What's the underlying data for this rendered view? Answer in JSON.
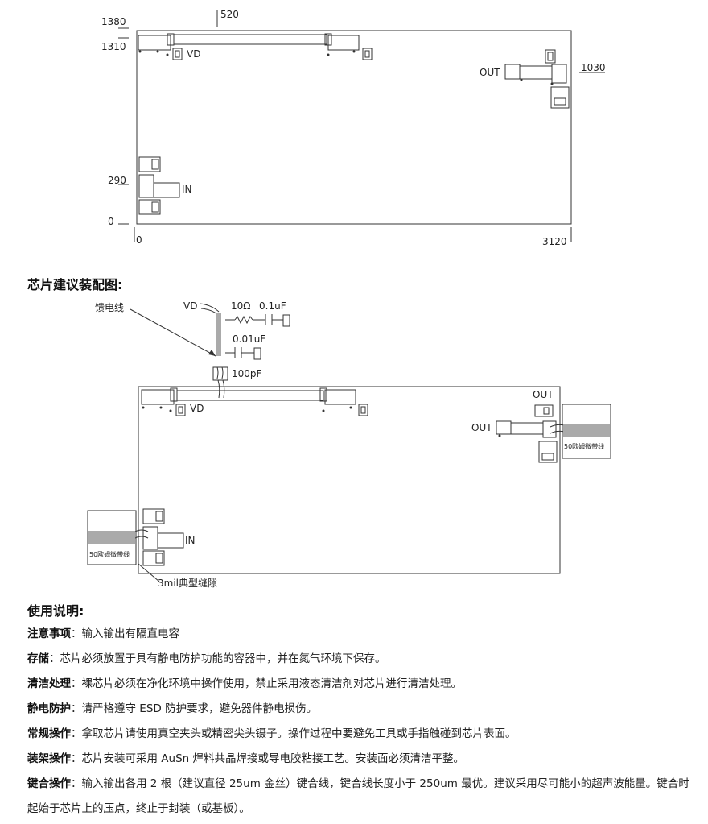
{
  "diagram1": {
    "dims": {
      "top_left_1": "1380",
      "top_left_2": "1310",
      "top_mid": "520",
      "right_mid": "1030",
      "left_mid": "290",
      "left_bottom": "0",
      "bottom_left": "0",
      "bottom_right": "3120"
    },
    "labels": {
      "vd": "VD",
      "out": "OUT",
      "in": "IN"
    }
  },
  "assembly": {
    "heading": "芯片建议装配图:",
    "labels": {
      "feed_line": "馈电线",
      "vd": "VD",
      "r": "10Ω",
      "c1": "0.1uF",
      "c2": "0.01uF",
      "c3": "100pF",
      "vd_pad": "VD",
      "out_top": "OUT",
      "out_pad": "OUT",
      "in_pad": "IN",
      "ms_right": "50欧姆微带线",
      "ms_left": "50欧姆微带线",
      "gap": "3mil典型缝隙"
    }
  },
  "usage": {
    "heading": "使用说明:",
    "items": [
      {
        "label": "注意事项",
        "text": "输入输出有隔直电容"
      },
      {
        "label": "存储",
        "text": "芯片必须放置于具有静电防护功能的容器中，并在氮气环境下保存。"
      },
      {
        "label": "清洁处理",
        "text": "裸芯片必须在净化环境中操作使用，禁止采用液态清洁剂对芯片进行清洁处理。"
      },
      {
        "label": "静电防护",
        "text": "请严格遵守 ESD 防护要求，避免器件静电损伤。"
      },
      {
        "label": "常规操作",
        "text": "拿取芯片请使用真空夹头或精密尖头镊子。操作过程中要避免工具或手指触碰到芯片表面。"
      },
      {
        "label": "装架操作",
        "text": "芯片安装可采用 AuSn 焊料共晶焊接或导电胶粘接工艺。安装面必须清洁平整。"
      },
      {
        "label": "键合操作",
        "text": "输入输出各用 2 根（建议直径 25um 金丝）键合线，键合线长度小于 250um 最优。建议采用尽可能小的超声波能量。键合时起始于芯片上的压点，终止于封装（或基板）。"
      }
    ]
  }
}
